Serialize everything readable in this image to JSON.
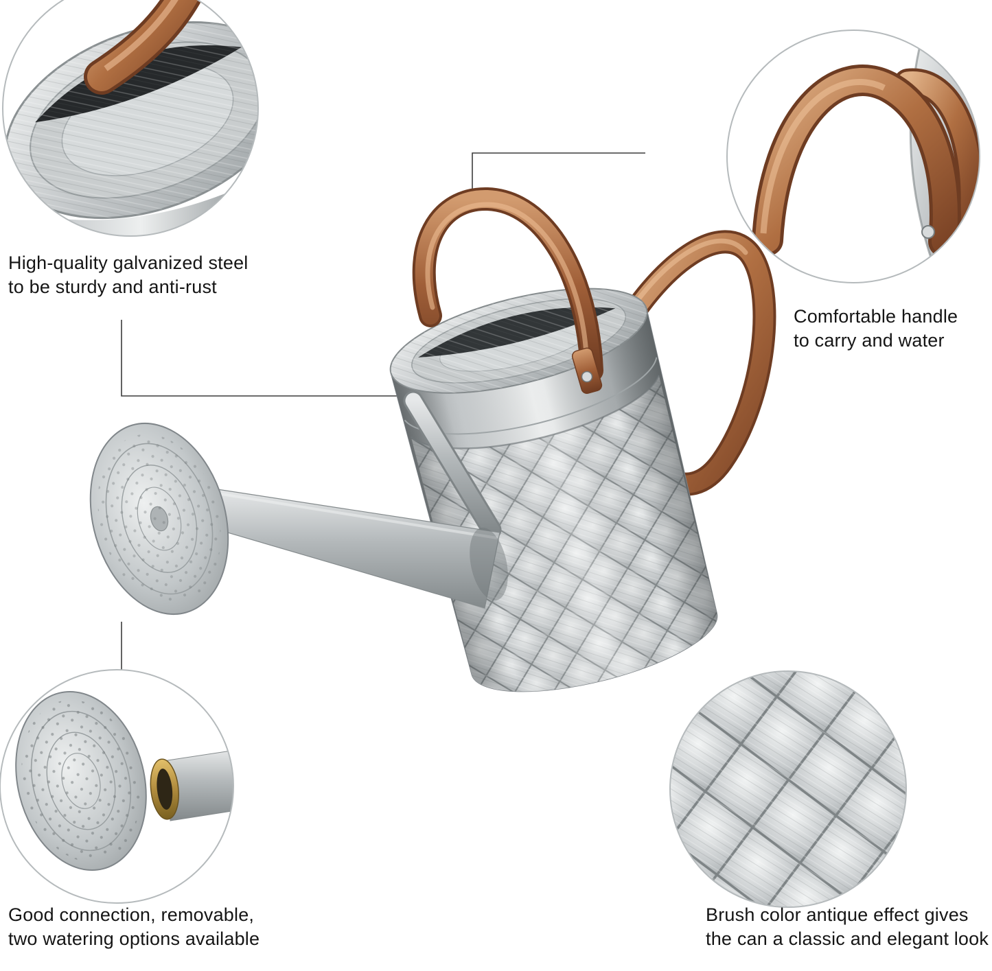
{
  "image": {
    "type": "product-infographic",
    "subject": "galvanized steel watering can with copper handles and detail callouts",
    "background": "#ffffff"
  },
  "callouts": {
    "top_left": {
      "line1": "High-quality galvanized steel",
      "line2": "to be sturdy and anti-rust"
    },
    "top_right": {
      "line1": "Comfortable handle",
      "line2": "to carry and water"
    },
    "bottom_left": {
      "line1": "Good connection, removable,",
      "line2": "two watering options available"
    },
    "bottom_right": {
      "line1": "Brush color antique effect gives",
      "line2": "the can a classic and elegant look"
    }
  },
  "colors": {
    "galvanized_steel": "#c3c7c9",
    "copper_handle": "#a05f38",
    "brass_connector": "#b18c3e",
    "caption_text": "#151515",
    "callout_line": "#3c3c3c",
    "circle_border": "#b5babc"
  }
}
